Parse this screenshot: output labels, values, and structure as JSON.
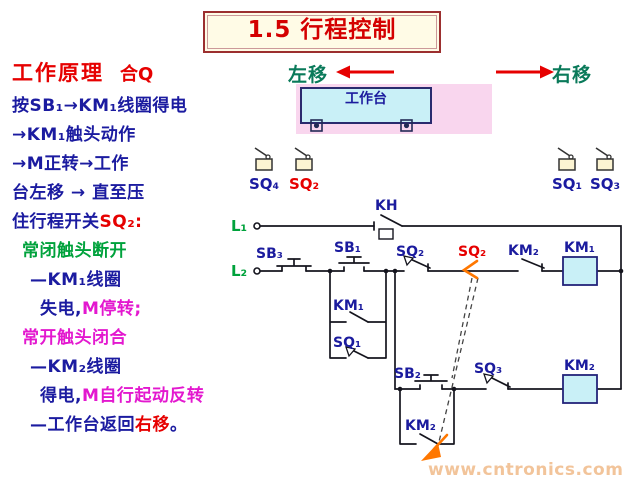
{
  "palette": {
    "navy_text": "#1b1ba0",
    "red": "#e60000",
    "green": "#00a23c",
    "magenta": "#e318cf",
    "teal_green": "#0a7a5a",
    "title_red": "#d40000",
    "title_bg": "#fffbe6",
    "border_maroon": "#9c2f2f",
    "pink_area": "#f9d6ee",
    "cyan_fill": "#c9f0f7",
    "circuit_line": "#15151e",
    "circuit_label": "#1b1b9e",
    "orange_marker": "#ff7700",
    "watermark": "#f2c49a"
  },
  "title": "1.5 行程控制",
  "left_panel": {
    "heading": "工作原理",
    "heading_note": "合Q",
    "lines": [
      {
        "parts": [
          {
            "t": "按SB₁→KM₁线圈得电"
          }
        ]
      },
      {
        "parts": [
          {
            "t": "→KM₁触头动作"
          }
        ]
      },
      {
        "parts": [
          {
            "t": "→M正转→工作"
          }
        ]
      },
      {
        "parts": [
          {
            "t": "台左移 → 直至压"
          }
        ]
      },
      {
        "parts": [
          {
            "t": "住行程开关"
          },
          {
            "t": "SQ₂:"
          }
        ]
      },
      {
        "parts": [
          {
            "t": "常闭触头断开"
          }
        ]
      },
      {
        "parts": [
          {
            "t": "—KM₁线圈"
          }
        ]
      },
      {
        "parts": [
          {
            "t": "失电,"
          },
          {
            "t": "M停转;"
          }
        ]
      },
      {
        "parts": [
          {
            "t": "常开触头闭合"
          }
        ]
      },
      {
        "parts": [
          {
            "t": "—KM₂线圈"
          }
        ]
      },
      {
        "parts": [
          {
            "t": "得电,"
          },
          {
            "t": "M自行起动反转"
          }
        ]
      },
      {
        "parts": [
          {
            "t": "—工作台返回"
          },
          {
            "t": "右移"
          },
          {
            "t": "。"
          }
        ]
      }
    ]
  },
  "motion": {
    "left_label": "左移",
    "right_label": "右移"
  },
  "worktable": {
    "label": "工作台"
  },
  "limit_switch_row": {
    "sq4": "SQ₄",
    "sq2": "SQ₂",
    "sq1": "SQ₁",
    "sq3": "SQ₃"
  },
  "circuit": {
    "l1": "L₁",
    "l2": "L₂",
    "kh": "KH",
    "sb3": "SB₃",
    "sb1": "SB₁",
    "km1_aux": "KM₁",
    "sq1": "SQ₁",
    "sq2_nc": "SQ₂",
    "sq2_no": "SQ₂",
    "km2_interlock": "KM₂",
    "km1_coil": "KM₁",
    "sb2": "SB₂",
    "km2_aux": "KM₂",
    "sq3": "SQ₃",
    "km2_coil": "KM₂"
  },
  "watermark": "www.cntronics.com"
}
